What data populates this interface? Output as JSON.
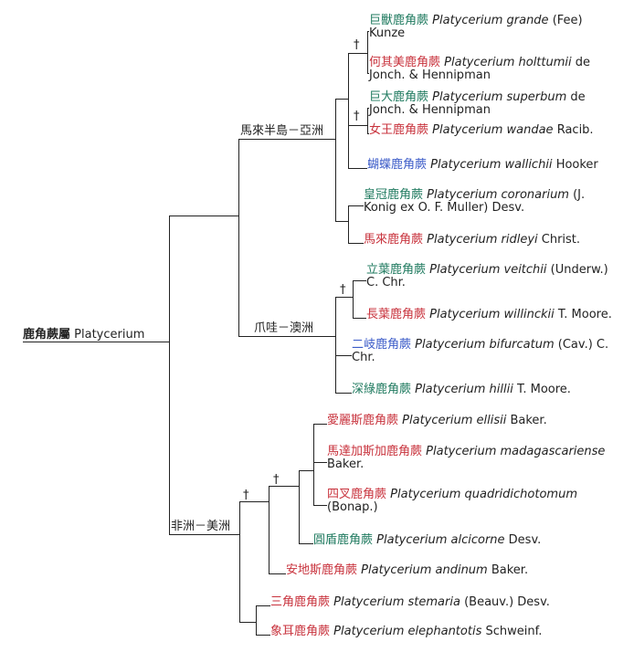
{
  "root": {
    "cn": "鹿角蕨屬",
    "latin": "Platycerium"
  },
  "clades": [
    {
      "name": "馬來半島－亞洲"
    },
    {
      "name": "爪哇－澳洲"
    },
    {
      "name": "非洲－美洲"
    }
  ],
  "dagger": "†",
  "colors": {
    "green": "#1f7a5f",
    "red": "#c8323c",
    "blue": "#3b5bc8",
    "line": "#222222"
  },
  "species": [
    {
      "cn": "巨獸鹿角蕨",
      "sci": "Platycerium grande",
      "author": "(Fee) Kunze",
      "color": "green"
    },
    {
      "cn": "何其美鹿角蕨",
      "sci": "Platycerium holttumii",
      "author": "de Jonch. & Hennipman",
      "color": "red"
    },
    {
      "cn": "巨大鹿角蕨",
      "sci": "Platycerium superbum",
      "author": "de Jonch. & Hennipman",
      "color": "green"
    },
    {
      "cn": "女王鹿角蕨",
      "sci": "Platycerium wandae",
      "author": "Racib.",
      "color": "red"
    },
    {
      "cn": "蝴蝶鹿角蕨",
      "sci": "Platycerium wallichii",
      "author": "Hooker",
      "color": "blue"
    },
    {
      "cn": "皇冠鹿角蕨",
      "sci": "Platycerium coronarium",
      "author": "(J. Konig ex O. F. Muller) Desv.",
      "color": "green"
    },
    {
      "cn": "馬來鹿角蕨",
      "sci": "Platycerium ridleyi",
      "author": "Christ.",
      "color": "red"
    },
    {
      "cn": "立葉鹿角蕨",
      "sci": "Platycerium veitchii",
      "author": "(Underw.) C. Chr.",
      "color": "green"
    },
    {
      "cn": "長葉鹿角蕨",
      "sci": "Platycerium willinckii",
      "author": "T. Moore.",
      "color": "red"
    },
    {
      "cn": "二岐鹿角蕨",
      "sci": "Platycerium bifurcatum",
      "author": "(Cav.) C. Chr.",
      "color": "blue"
    },
    {
      "cn": "深綠鹿角蕨",
      "sci": "Platycerium hillii",
      "author": "T. Moore.",
      "color": "green"
    },
    {
      "cn": "愛麗斯鹿角蕨",
      "sci": "Platycerium ellisii",
      "author": "Baker.",
      "color": "red"
    },
    {
      "cn": "馬達加斯加鹿角蕨",
      "sci": "Platycerium madagascariense",
      "author": "Baker.",
      "color": "red"
    },
    {
      "cn": "四叉鹿角蕨",
      "sci": "Platycerium quadridichotomum",
      "author": "(Bonap.)",
      "color": "red"
    },
    {
      "cn": "圓盾鹿角蕨",
      "sci": "Platycerium alcicorne",
      "author": "Desv.",
      "color": "green"
    },
    {
      "cn": "安地斯鹿角蕨",
      "sci": "Platycerium andinum",
      "author": "Baker.",
      "color": "red"
    },
    {
      "cn": "三角鹿角蕨",
      "sci": "Platycerium stemaria",
      "author": "(Beauv.) Desv.",
      "color": "red"
    },
    {
      "cn": "象耳鹿角蕨",
      "sci": "Platycerium elephantotis",
      "author": "Schweinf.",
      "color": "red"
    }
  ]
}
